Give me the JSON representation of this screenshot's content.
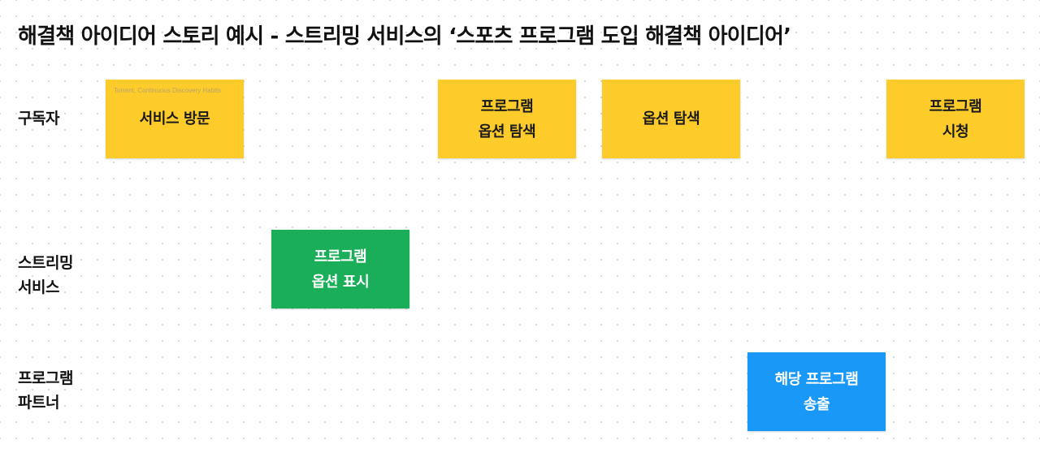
{
  "title": "해결책 아이디어 스토리 예시 - 스트리밍 서비스의 ‘스포츠 프로그램 도입 해결책 아이디어’",
  "colors": {
    "background": "#ffffff",
    "dot_grid": "#d6d6d6",
    "yellow_sticky": "#fdcb2a",
    "green_sticky": "#19ae57",
    "blue_sticky": "#1a98f7"
  },
  "lanes": [
    {
      "lines": [
        "구독자"
      ]
    },
    {
      "lines": [
        "스트리밍",
        "서비스"
      ]
    },
    {
      "lines": [
        "프로그램",
        "파트너"
      ]
    }
  ],
  "stickies": [
    {
      "lines": [
        "서비스 방문"
      ],
      "color": "yellow",
      "author": "Torrent, Continuous Discovery Habits"
    },
    {
      "lines": [
        "프로그램",
        "옵션 탐색"
      ],
      "color": "yellow"
    },
    {
      "lines": [
        "옵션 탐색"
      ],
      "color": "yellow"
    },
    {
      "lines": [
        "프로그램",
        "시청"
      ],
      "color": "yellow"
    },
    {
      "lines": [
        "프로그램",
        "옵션 표시"
      ],
      "color": "green"
    },
    {
      "lines": [
        "해당 프로그램",
        "송출"
      ],
      "color": "blue"
    }
  ]
}
